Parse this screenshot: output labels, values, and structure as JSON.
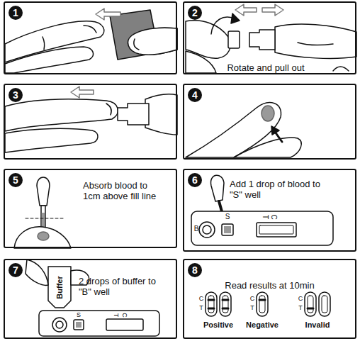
{
  "diagram": {
    "nodes": [
      {
        "text": [
          "1"
        ]
      },
      {
        "text": [
          "2",
          "Rotate and pull out"
        ]
      },
      {
        "text": [
          "3"
        ]
      },
      {
        "text": [
          "4"
        ]
      },
      {
        "text": [
          "5",
          "Absorb blood to 1cm above fill line"
        ]
      },
      {
        "text": [
          "6",
          "Add 1 drop of blood to \"S\" well"
        ]
      },
      {
        "text": [
          "7",
          "2 drops of buffer to \"B\" well"
        ]
      },
      {
        "text": [
          "8",
          "Read results at 10min"
        ]
      }
    ],
    "labels": [
      "B",
      "S",
      "T",
      "C",
      "Buffer",
      "S",
      "T",
      "C",
      "C",
      "T",
      "Positive",
      "C",
      "T",
      "Negative",
      "C",
      "T",
      "Invalid"
    ]
  }
}
